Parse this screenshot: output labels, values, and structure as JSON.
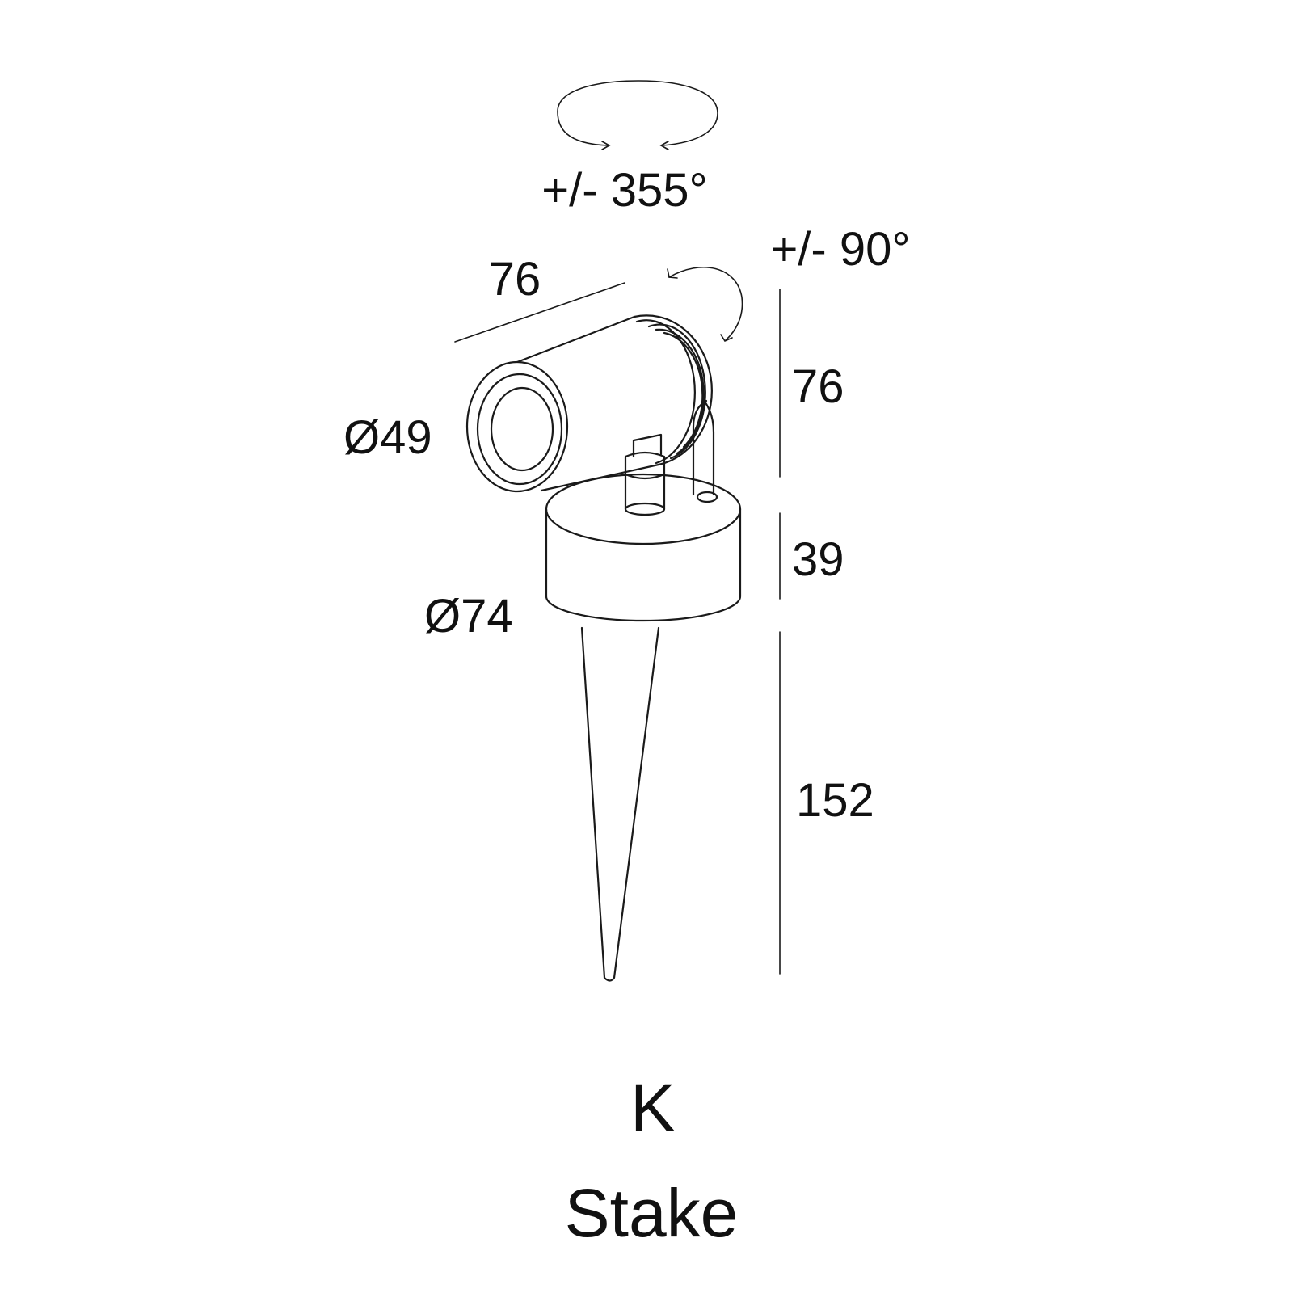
{
  "rotation": {
    "pan": "+/- 355°",
    "tilt": "+/- 90°"
  },
  "dimensions": {
    "head_length": "76",
    "head_height": "76",
    "base_height": "39",
    "stake_length": "152",
    "lens_diameter": "Ø49",
    "base_diameter": "Ø74"
  },
  "product": {
    "code": "K",
    "mount": "Stake"
  }
}
